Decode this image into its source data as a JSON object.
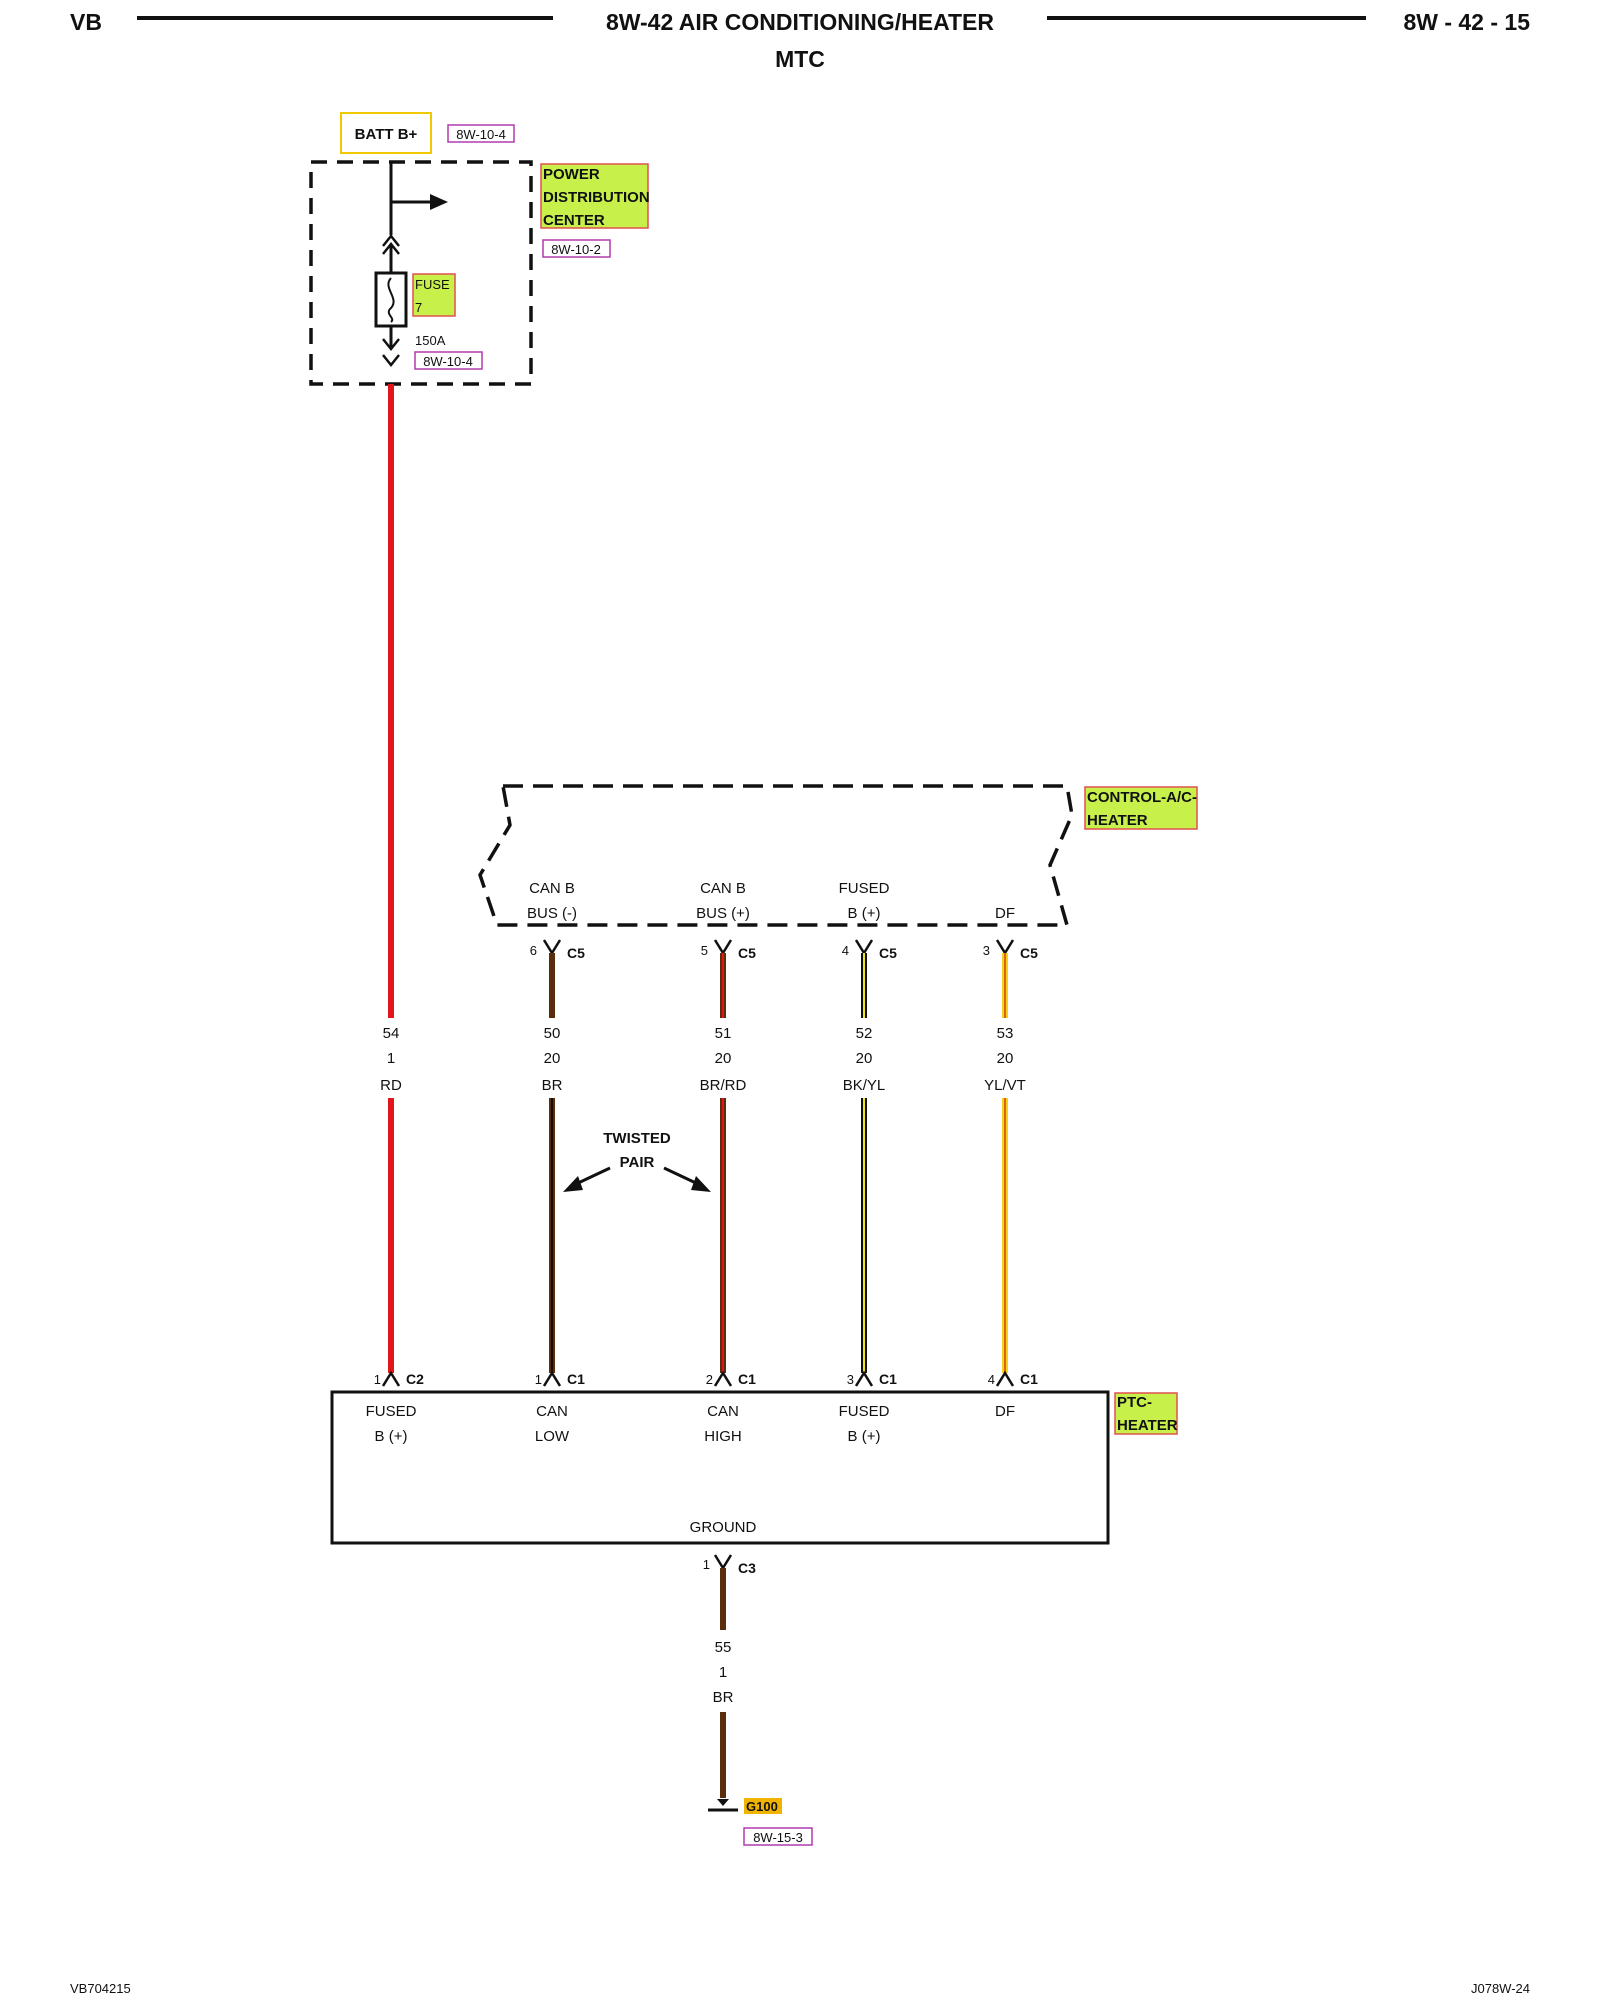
{
  "header": {
    "left": "VB",
    "title": "8W-42 AIR CONDITIONING/HEATER",
    "right": "8W - 42 - 15",
    "subtitle": "MTC"
  },
  "footer": {
    "left": "VB704215",
    "right": "J078W-24"
  },
  "batt": {
    "label": "BATT B+",
    "ref": "8W-10-4"
  },
  "pdc": {
    "name_line1": "POWER",
    "name_line2": "DISTRIBUTION",
    "name_line3": "CENTER",
    "ref": "8W-10-2",
    "fuse_label": "FUSE",
    "fuse_number": "7",
    "fuse_rating": "150A",
    "fuse_ref": "8W-10-4"
  },
  "control": {
    "name_line1": "CONTROL-A/C-",
    "name_line2": "HEATER",
    "pins": [
      {
        "line1": "CAN B",
        "line2": "BUS (-)",
        "pin": "6",
        "connector": "C5"
      },
      {
        "line1": "CAN B",
        "line2": "BUS (+)",
        "pin": "5",
        "connector": "C5"
      },
      {
        "line1": "FUSED",
        "line2": "B (+)",
        "pin": "4",
        "connector": "C5"
      },
      {
        "line1": "DF",
        "line2": "",
        "pin": "3",
        "connector": "C5"
      }
    ]
  },
  "wires": [
    {
      "circuit": "54",
      "gauge": "1",
      "color_code": "RD",
      "color": "#e0161b",
      "stripe": "#e0161b"
    },
    {
      "circuit": "50",
      "gauge": "20",
      "color_code": "BR",
      "color": "#5a2d0c",
      "stripe": "#000000"
    },
    {
      "circuit": "51",
      "gauge": "20",
      "color_code": "BR/RD",
      "color": "#5a2d0c",
      "stripe": "#e0161b"
    },
    {
      "circuit": "52",
      "gauge": "20",
      "color_code": "BK/YL",
      "color": "#111111",
      "stripe": "#f2e21a"
    },
    {
      "circuit": "53",
      "gauge": "20",
      "color_code": "YL/VT",
      "color": "#f2d21a",
      "stripe": "#e03a1b"
    }
  ],
  "twisted_pair": {
    "line1": "TWISTED",
    "line2": "PAIR"
  },
  "ptc": {
    "name_line1": "PTC-",
    "name_line2": "HEATER",
    "ground_label": "GROUND",
    "pins": [
      {
        "line1": "FUSED",
        "line2": "B (+)",
        "pin": "1",
        "connector": "C2"
      },
      {
        "line1": "CAN",
        "line2": "LOW",
        "pin": "1",
        "connector": "C1"
      },
      {
        "line1": "CAN",
        "line2": "HIGH",
        "pin": "2",
        "connector": "C1"
      },
      {
        "line1": "FUSED",
        "line2": "B (+)",
        "pin": "3",
        "connector": "C1"
      },
      {
        "line1": "DF",
        "line2": "",
        "pin": "4",
        "connector": "C1"
      }
    ],
    "ground_pin": {
      "pin": "1",
      "connector": "C3"
    }
  },
  "ground_wire": {
    "circuit": "55",
    "gauge": "1",
    "color_code": "BR",
    "color": "#5a2d0c"
  },
  "ground_point": {
    "label": "G100",
    "ref": "8W-15-3"
  },
  "colors": {
    "highlight_green": "#c8f04a",
    "highlight_border": "#e05050",
    "ref_border": "#b03cb0",
    "batt_border": "#f0c800",
    "ground_highlight": "#f0b400"
  }
}
